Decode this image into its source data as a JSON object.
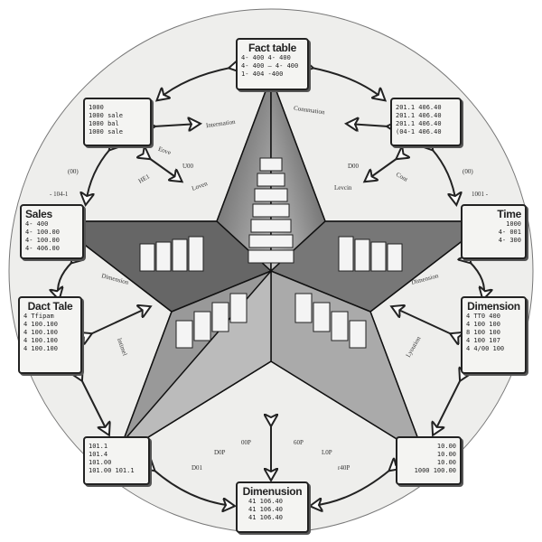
{
  "diagram": {
    "tables": [
      {
        "id": "fact-table",
        "title": "Fact table",
        "rows": [
          "4- 400   4- 400",
          "4- 400 — 4- 400",
          "1- 404   -400"
        ]
      },
      {
        "id": "top-left",
        "title": "",
        "rows": [
          "1000",
          "1000 sale",
          "1000 bal",
          "1000 sale"
        ]
      },
      {
        "id": "top-right",
        "title": "",
        "rows": [
          "201.1   406.40",
          "201.1   406.40",
          "201.1   406.40",
          "(04-1   406.40"
        ]
      },
      {
        "id": "sales",
        "title": "Sales",
        "rows": [
          "4- 400",
          "4- 100.00",
          "4- 100.00",
          "4- 406.00"
        ]
      },
      {
        "id": "time",
        "title": "Time",
        "rows": [
          "1000",
          "4- 001",
          "4- 300"
        ]
      },
      {
        "id": "dact-tale",
        "title": "Dact Tale",
        "rows": [
          "4 Tfipam",
          "4 100.100",
          "4 100.100",
          "4 100.100",
          "4 100.100"
        ]
      },
      {
        "id": "dimension-right",
        "title": "Dimension",
        "rows": [
          "4 TT0 400",
          "4 100 100",
          "8 100 100",
          "4 100 107",
          "4 4/00 100"
        ]
      },
      {
        "id": "bottom-left",
        "title": "",
        "rows": [
          "101.1",
          "101.4",
          "101.00",
          "101.00  101.1"
        ]
      },
      {
        "id": "bottom-right",
        "title": "",
        "rows": [
          "10.00",
          "10.00",
          "10.00",
          "1000  100.00"
        ]
      },
      {
        "id": "dimenusion",
        "title": "Dimenusion",
        "rows": [
          "41 106.40",
          "41 106.40",
          "41 106.40"
        ]
      }
    ],
    "labels": [
      "Intermation",
      "Connmation",
      "Eove",
      "U00",
      "HE1",
      "Loven",
      "D00",
      "Levcin",
      "Cont",
      "(00)",
      "- 104-1",
      "(00)",
      "1001 -",
      "Dimension",
      "Dimension",
      "Intimel",
      "Lyoution",
      "D0P",
      "00P",
      "D01",
      "60P",
      "L0P",
      "r40P"
    ]
  }
}
